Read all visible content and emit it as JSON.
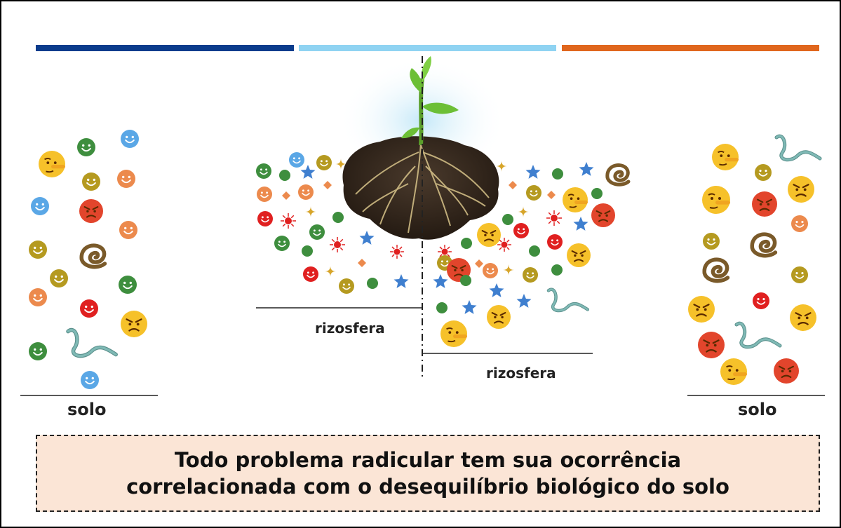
{
  "header_bars": {
    "colors": [
      "#0b3c8c",
      "#8fd3f2",
      "#e0661d"
    ]
  },
  "labels": {
    "left_soil": "solo",
    "right_soil": "solo",
    "rhizosphere_left": "rizosfera",
    "rhizosphere_right": "rizosfera"
  },
  "callout": {
    "line1": "Todo problema radicular tem sua ocorrência",
    "line2": "correlacionada com o desequilíbrio biológico do solo"
  },
  "palette": {
    "green": "#3e8e3e",
    "blue": "#5aa7e6",
    "olive": "#b59a20",
    "orange": "#ec8a4d",
    "red": "#e02020",
    "star_blue": "#3f7fcf",
    "worm": "#7a5a2a",
    "nematode": "#7fb9b5"
  },
  "icons": {
    "smiley": "smiley-icon",
    "angry": "angry-face-icon",
    "lying": "lying-face-icon",
    "star": "star-icon",
    "sparkle": "sparkle-icon",
    "diamond": "diamond-icon",
    "worm": "earthworm-icon",
    "nematode": "nematode-icon",
    "plant": "plant-with-roots-icon"
  }
}
